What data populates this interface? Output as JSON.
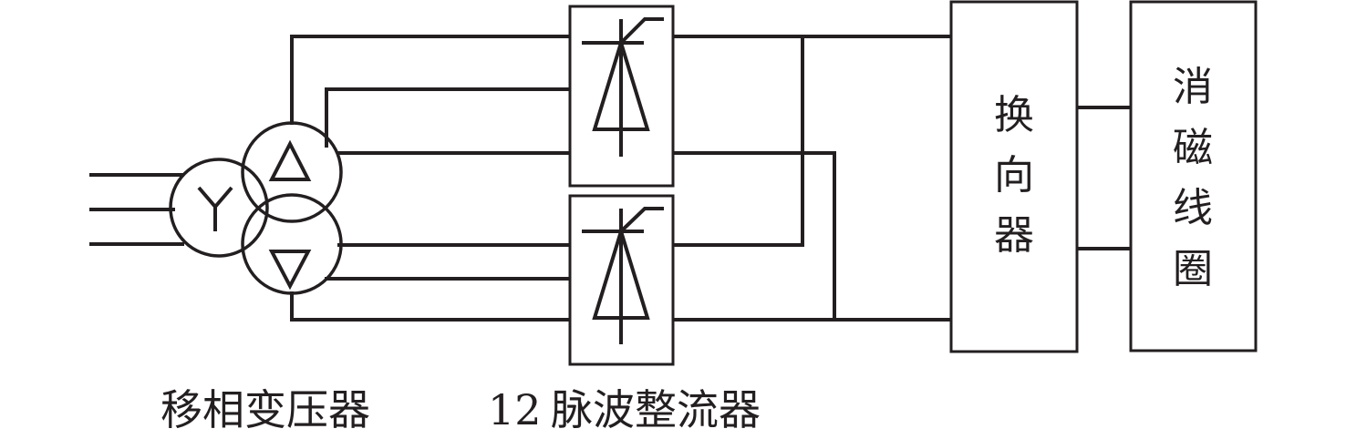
{
  "labels": {
    "transformer": "移相变压器",
    "rectifier_number": "12",
    "rectifier_text": "脉波整流器",
    "commutator": [
      "换",
      "向",
      "器"
    ],
    "degaussing_coil": [
      "消",
      "磁",
      "线",
      "圈"
    ]
  },
  "colors": {
    "line": "#231f20",
    "background": "#ffffff"
  },
  "symbols": {
    "primary_winding": "wye-icon",
    "secondary_winding_1": "delta-icon",
    "secondary_winding_2": "inverted-delta-icon",
    "rectifier": "thyristor-icon"
  }
}
